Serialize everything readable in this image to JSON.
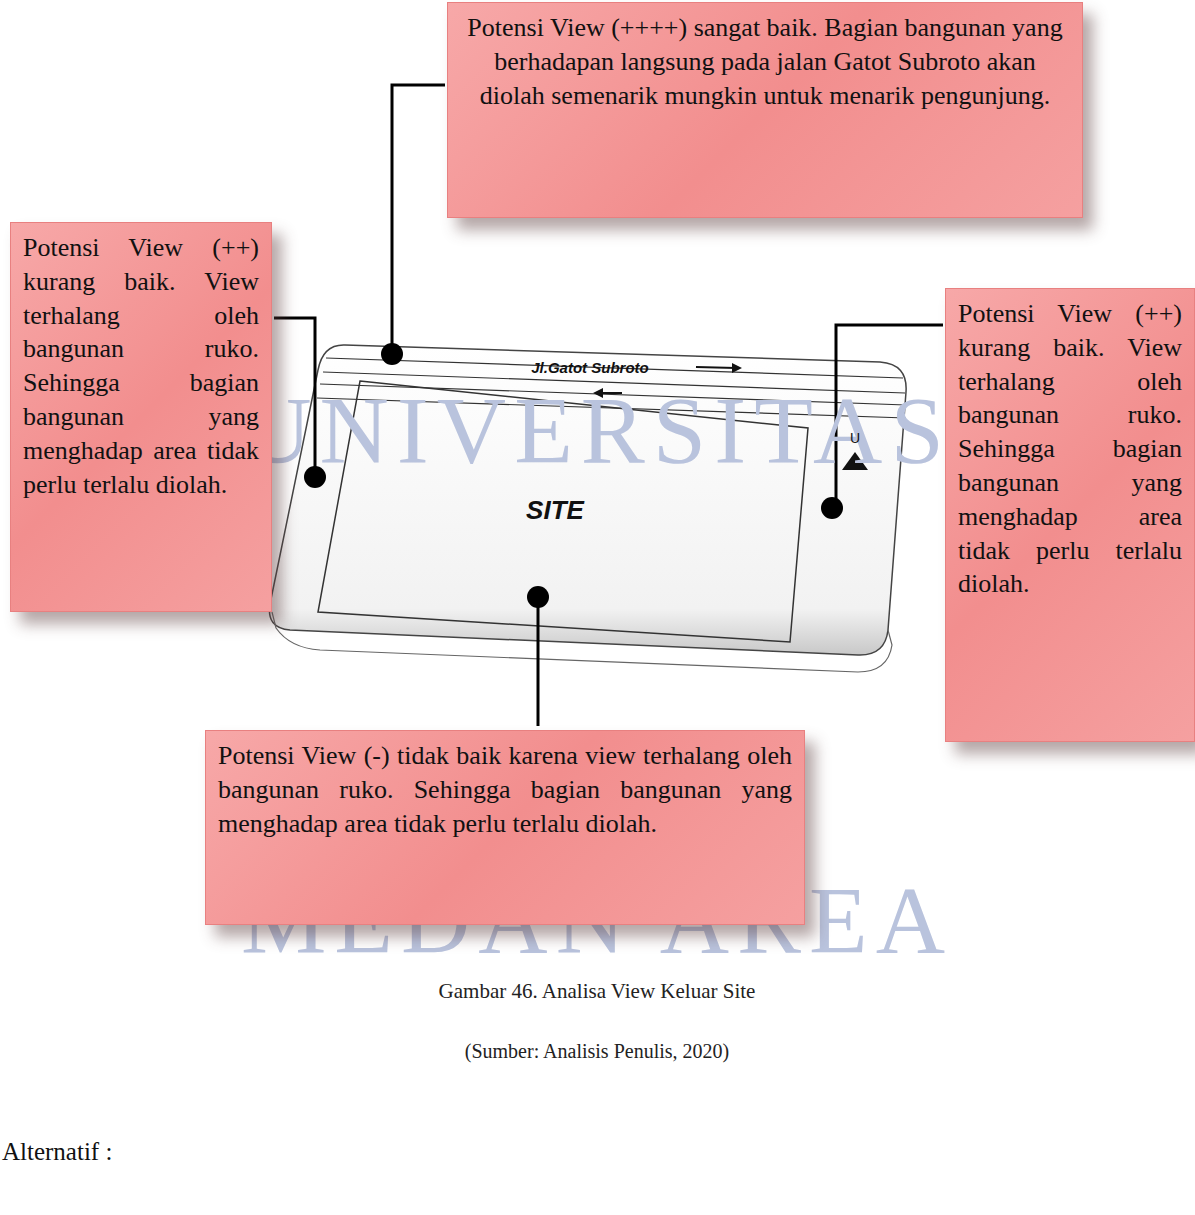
{
  "diagram": {
    "caption": "Gambar 46. Analisa View Keluar Site",
    "nodes": [
      {
        "text": [
          "Potensi View (++++) sangat baik. Bagian bangunan yang berhadapan langsung pada jalan Gatot Subroto akan diolah semenarik mungkin untuk menarik pengunjung."
        ]
      },
      {
        "text": [
          "Potensi View (++) kurang baik. View terhalang oleh bangunan ruko. Sehingga bagian bangunan yang menghadap area tidak perlu terlalu diolah."
        ]
      },
      {
        "text": [
          "Potensi View (++) kurang baik. View terhalang oleh bangunan ruko. Sehingga bagian bangunan yang menghadap area tidak perlu terlalu diolah."
        ]
      },
      {
        "text": [
          "Potensi View (-) tidak baik karena view terhalang oleh bangunan ruko. Sehingga bagian bangunan yang menghadap area tidak perlu terlalu diolah."
        ]
      }
    ],
    "labels": [
      "UNIVERSITAS",
      "MEDAN AREA",
      "Jl.Gatot Subroto",
      "SITE",
      "U",
      "(Sumber: Analisis Penulis, 2020)",
      "Alternatif :"
    ]
  }
}
